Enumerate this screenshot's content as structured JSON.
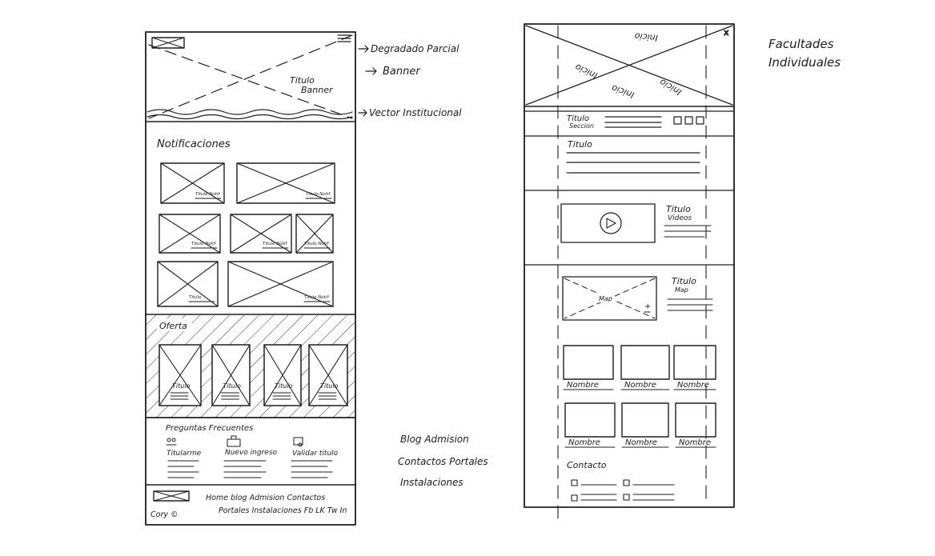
{
  "left_wireframe": {
    "banner": {
      "title": "Titulo",
      "subtitle": "Banner",
      "annotations": [
        "Degradado Parcial",
        "Banner",
        "Vector Institucional"
      ]
    },
    "notificaciones": {
      "heading": "Notificaciones",
      "card_labels": [
        "Titulo Notif",
        "Titulo Notif",
        "Titulo Notif",
        "Titulo Notif",
        "Titulo Notif",
        "Titulo",
        "Titulo Notif"
      ]
    },
    "oferta": {
      "heading": "Oferta",
      "card_labels": [
        "Titulo",
        "Titulo",
        "Titulo",
        "Titulo"
      ]
    },
    "preguntas": {
      "heading": "Preguntas Frecuentes",
      "columns": [
        "Titularme",
        "Nuevo ingreso",
        "Validar titulo"
      ]
    },
    "footer": {
      "links_row1": "Home blog Admision Contactos",
      "links_row2": "Portales Instalaciones Fb LK Tw In",
      "copyright": "Cory ©"
    },
    "side_note": [
      "Blog Admision",
      "Contactos Portales",
      "Instalaciones"
    ]
  },
  "right_wireframe": {
    "title_note": [
      "Facultades",
      "Individuales"
    ],
    "hero_labels": [
      "Inicio",
      "Inicio",
      "Inicio",
      "Inicio"
    ],
    "section_title": [
      "Titulo",
      "Seccion"
    ],
    "titulo": "Titulo",
    "videos": [
      "Titulo",
      "Videos"
    ],
    "map": {
      "label": "Map",
      "title": [
        "Titulo",
        "Map"
      ]
    },
    "team_names": [
      "Nombre",
      "Nombre",
      "Nombre",
      "Nombre",
      "Nombre",
      "Nombre"
    ],
    "contacto": "Contacto"
  }
}
